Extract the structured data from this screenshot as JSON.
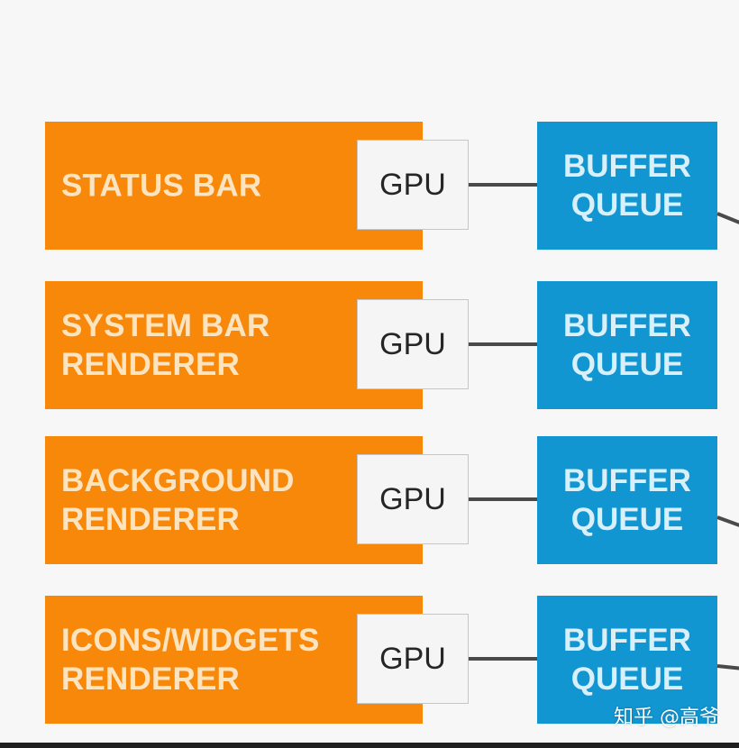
{
  "rows": [
    {
      "renderer": "STATUS BAR",
      "gpu": "GPU",
      "queue": "BUFFER QUEUE"
    },
    {
      "renderer": "SYSTEM BAR RENDERER",
      "gpu": "GPU",
      "queue": "BUFFER QUEUE"
    },
    {
      "renderer": "BACKGROUND RENDERER",
      "gpu": "GPU",
      "queue": "BUFFER QUEUE"
    },
    {
      "renderer": "ICONS/WIDGETS RENDERER",
      "gpu": "GPU",
      "queue": "BUFFER QUEUE"
    }
  ],
  "colors": {
    "renderer": "#f7880a",
    "renderer_text": "#fde4c0",
    "queue": "#1196d2",
    "queue_text": "#d9f0fb",
    "gpu_bg": "#f5f5f5",
    "line": "#4a4a4a",
    "background": "#f7f7f7"
  },
  "watermark": "知乎 @高爷"
}
